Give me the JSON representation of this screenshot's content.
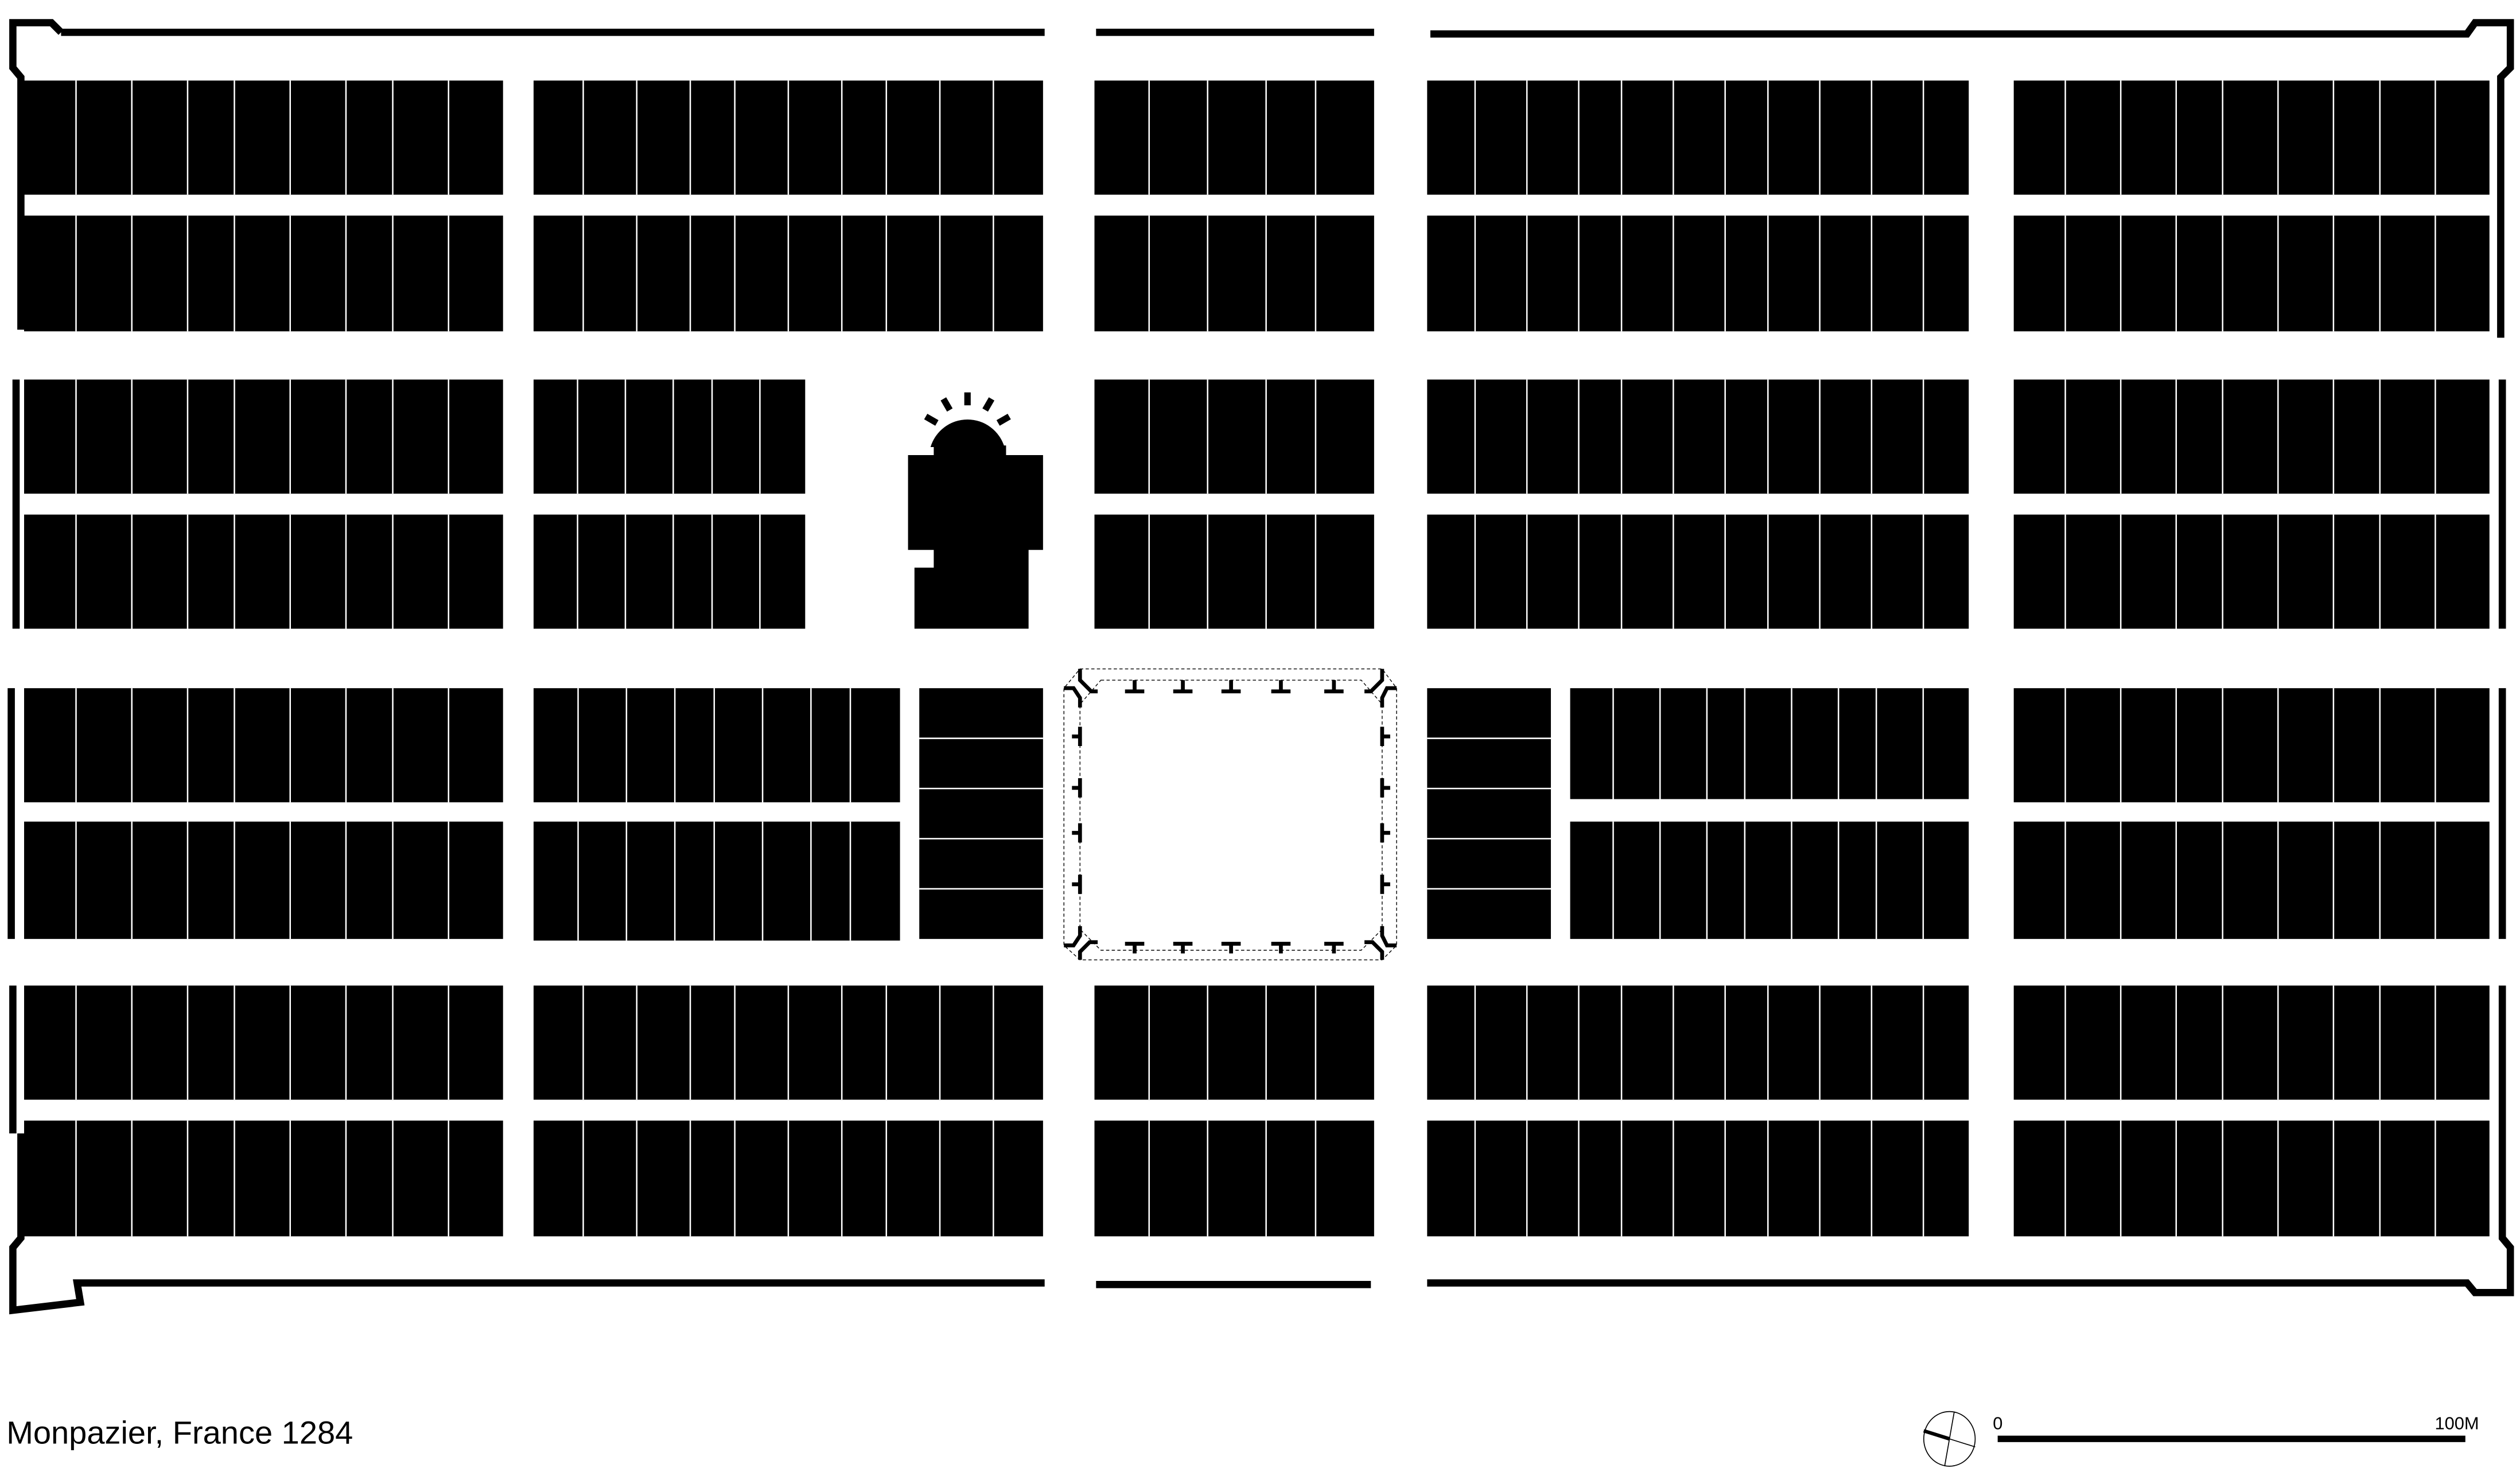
{
  "caption": {
    "title": "Monpazier, France  1284"
  },
  "scale_bar": {
    "start_label": "0",
    "end_label": "100M"
  },
  "legend": {
    "north_arrow_icon": "compass-icon"
  },
  "colors": {
    "building": "#000000",
    "street": "#ffffff",
    "lot_line": "#ffffff"
  }
}
